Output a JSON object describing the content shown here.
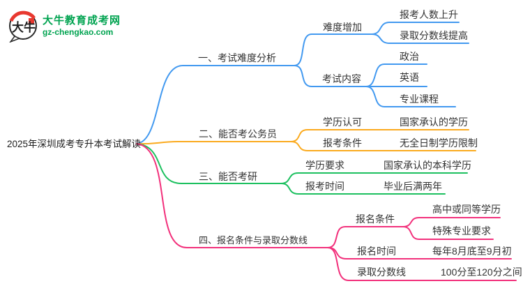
{
  "logo": {
    "title": "大牛教育成考网",
    "domain": "gz-chengkao.com",
    "icon_text": "大牛",
    "brand_color": "#00a350",
    "accent_red": "#e8382f"
  },
  "root": {
    "label": "2025年深圳成考专升本考试解读"
  },
  "colors": {
    "branch1": "#4299f0",
    "branch2": "#fbaa1e",
    "branch3": "#1cc05f",
    "branch4": "#f2307b"
  },
  "branches": [
    {
      "label": "一、考试难度分析",
      "color": "#4299f0",
      "children": [
        {
          "label": "难度增加",
          "children": [
            {
              "label": "报考人数上升"
            },
            {
              "label": "录取分数线提高"
            }
          ]
        },
        {
          "label": "考试内容",
          "children": [
            {
              "label": "政治"
            },
            {
              "label": "英语"
            },
            {
              "label": "专业课程"
            }
          ]
        }
      ]
    },
    {
      "label": "二、能否考公务员",
      "color": "#fbaa1e",
      "children": [
        {
          "label": "学历认可",
          "children": [
            {
              "label": "国家承认的学历"
            }
          ]
        },
        {
          "label": "报考条件",
          "children": [
            {
              "label": "无全日制学历限制"
            }
          ]
        }
      ]
    },
    {
      "label": "三、能否考研",
      "color": "#1cc05f",
      "children": [
        {
          "label": "学历要求",
          "children": [
            {
              "label": "国家承认的本科学历"
            }
          ]
        },
        {
          "label": "报考时间",
          "children": [
            {
              "label": "毕业后满两年"
            }
          ]
        }
      ]
    },
    {
      "label": "四、报名条件与录取分数线",
      "color": "#f2307b",
      "children": [
        {
          "label": "报名条件",
          "children": [
            {
              "label": "高中或同等学历"
            },
            {
              "label": "特殊专业要求"
            }
          ]
        },
        {
          "label": "报名时间",
          "children": [
            {
              "label": "每年8月底至9月初"
            }
          ]
        },
        {
          "label": "录取分数线",
          "children": [
            {
              "label": "100分至120分之间"
            }
          ]
        }
      ]
    }
  ]
}
